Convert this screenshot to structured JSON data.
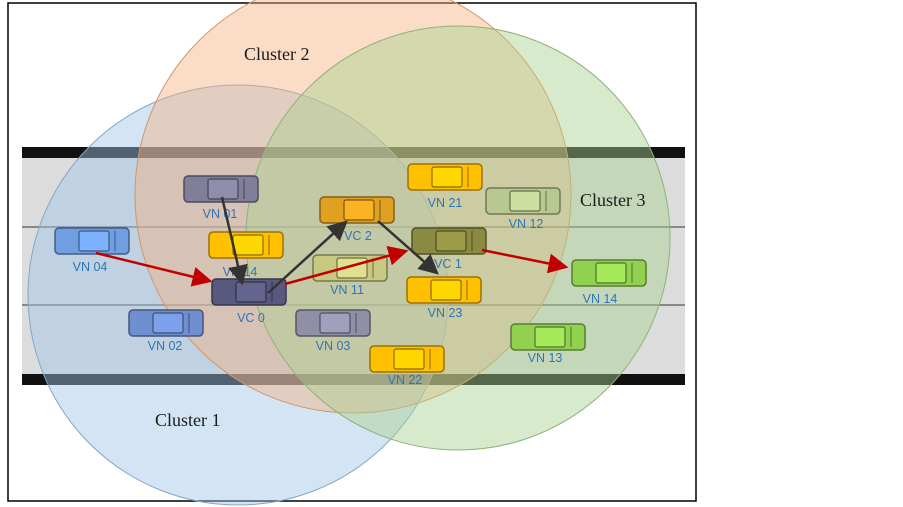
{
  "diagram": {
    "clusters": [
      {
        "id": "cluster1",
        "label": "Cluster 1",
        "color": "#9dc3e6"
      },
      {
        "id": "cluster2",
        "label": "Cluster 2",
        "color": "#f4b183"
      },
      {
        "id": "cluster3",
        "label": "Cluster 3",
        "color": "#a9d18e"
      }
    ],
    "vehicles": [
      {
        "id": "vn01",
        "label": "VN 01",
        "color": "#7f7f99"
      },
      {
        "id": "vn04",
        "label": "VN 04",
        "color": "#6f9fe0"
      },
      {
        "id": "vn14b",
        "label": "VN 14",
        "color": "#ffc000"
      },
      {
        "id": "vc0",
        "label": "VC 0",
        "color": "#595980"
      },
      {
        "id": "vn02",
        "label": "VN 02",
        "color": "#6f8fd0"
      },
      {
        "id": "vc2",
        "label": "VC 2",
        "color": "#e0a020"
      },
      {
        "id": "vn11",
        "label": "VN 11",
        "color": "#c8c880"
      },
      {
        "id": "vn03",
        "label": "VN 03",
        "color": "#8f8fa8"
      },
      {
        "id": "vn21",
        "label": "VN 21",
        "color": "#ffc000"
      },
      {
        "id": "vc1",
        "label": "VC 1",
        "color": "#8a8a40"
      },
      {
        "id": "vn23",
        "label": "VN 23",
        "color": "#ffc000"
      },
      {
        "id": "vn22",
        "label": "VN 22",
        "color": "#ffc000"
      },
      {
        "id": "vn12",
        "label": "VN 12",
        "color": "#b8c890"
      },
      {
        "id": "vn14",
        "label": "VN 14",
        "color": "#92d050"
      },
      {
        "id": "vn13",
        "label": "VN 13",
        "color": "#92d050"
      }
    ],
    "arrows": [
      {
        "from": "VN 01",
        "to": "VC 0",
        "color": "#333333"
      },
      {
        "from": "VC 0",
        "to": "VC 2",
        "color": "#333333"
      },
      {
        "from": "VC 2",
        "to": "VN 23",
        "color": "#333333"
      },
      {
        "from": "VN 04",
        "to": "VC 0",
        "color": "#c00000"
      },
      {
        "from": "VC 0",
        "to": "VC 1",
        "color": "#c00000"
      },
      {
        "from": "VC 1",
        "to": "VN 14",
        "color": "#c00000"
      }
    ]
  }
}
